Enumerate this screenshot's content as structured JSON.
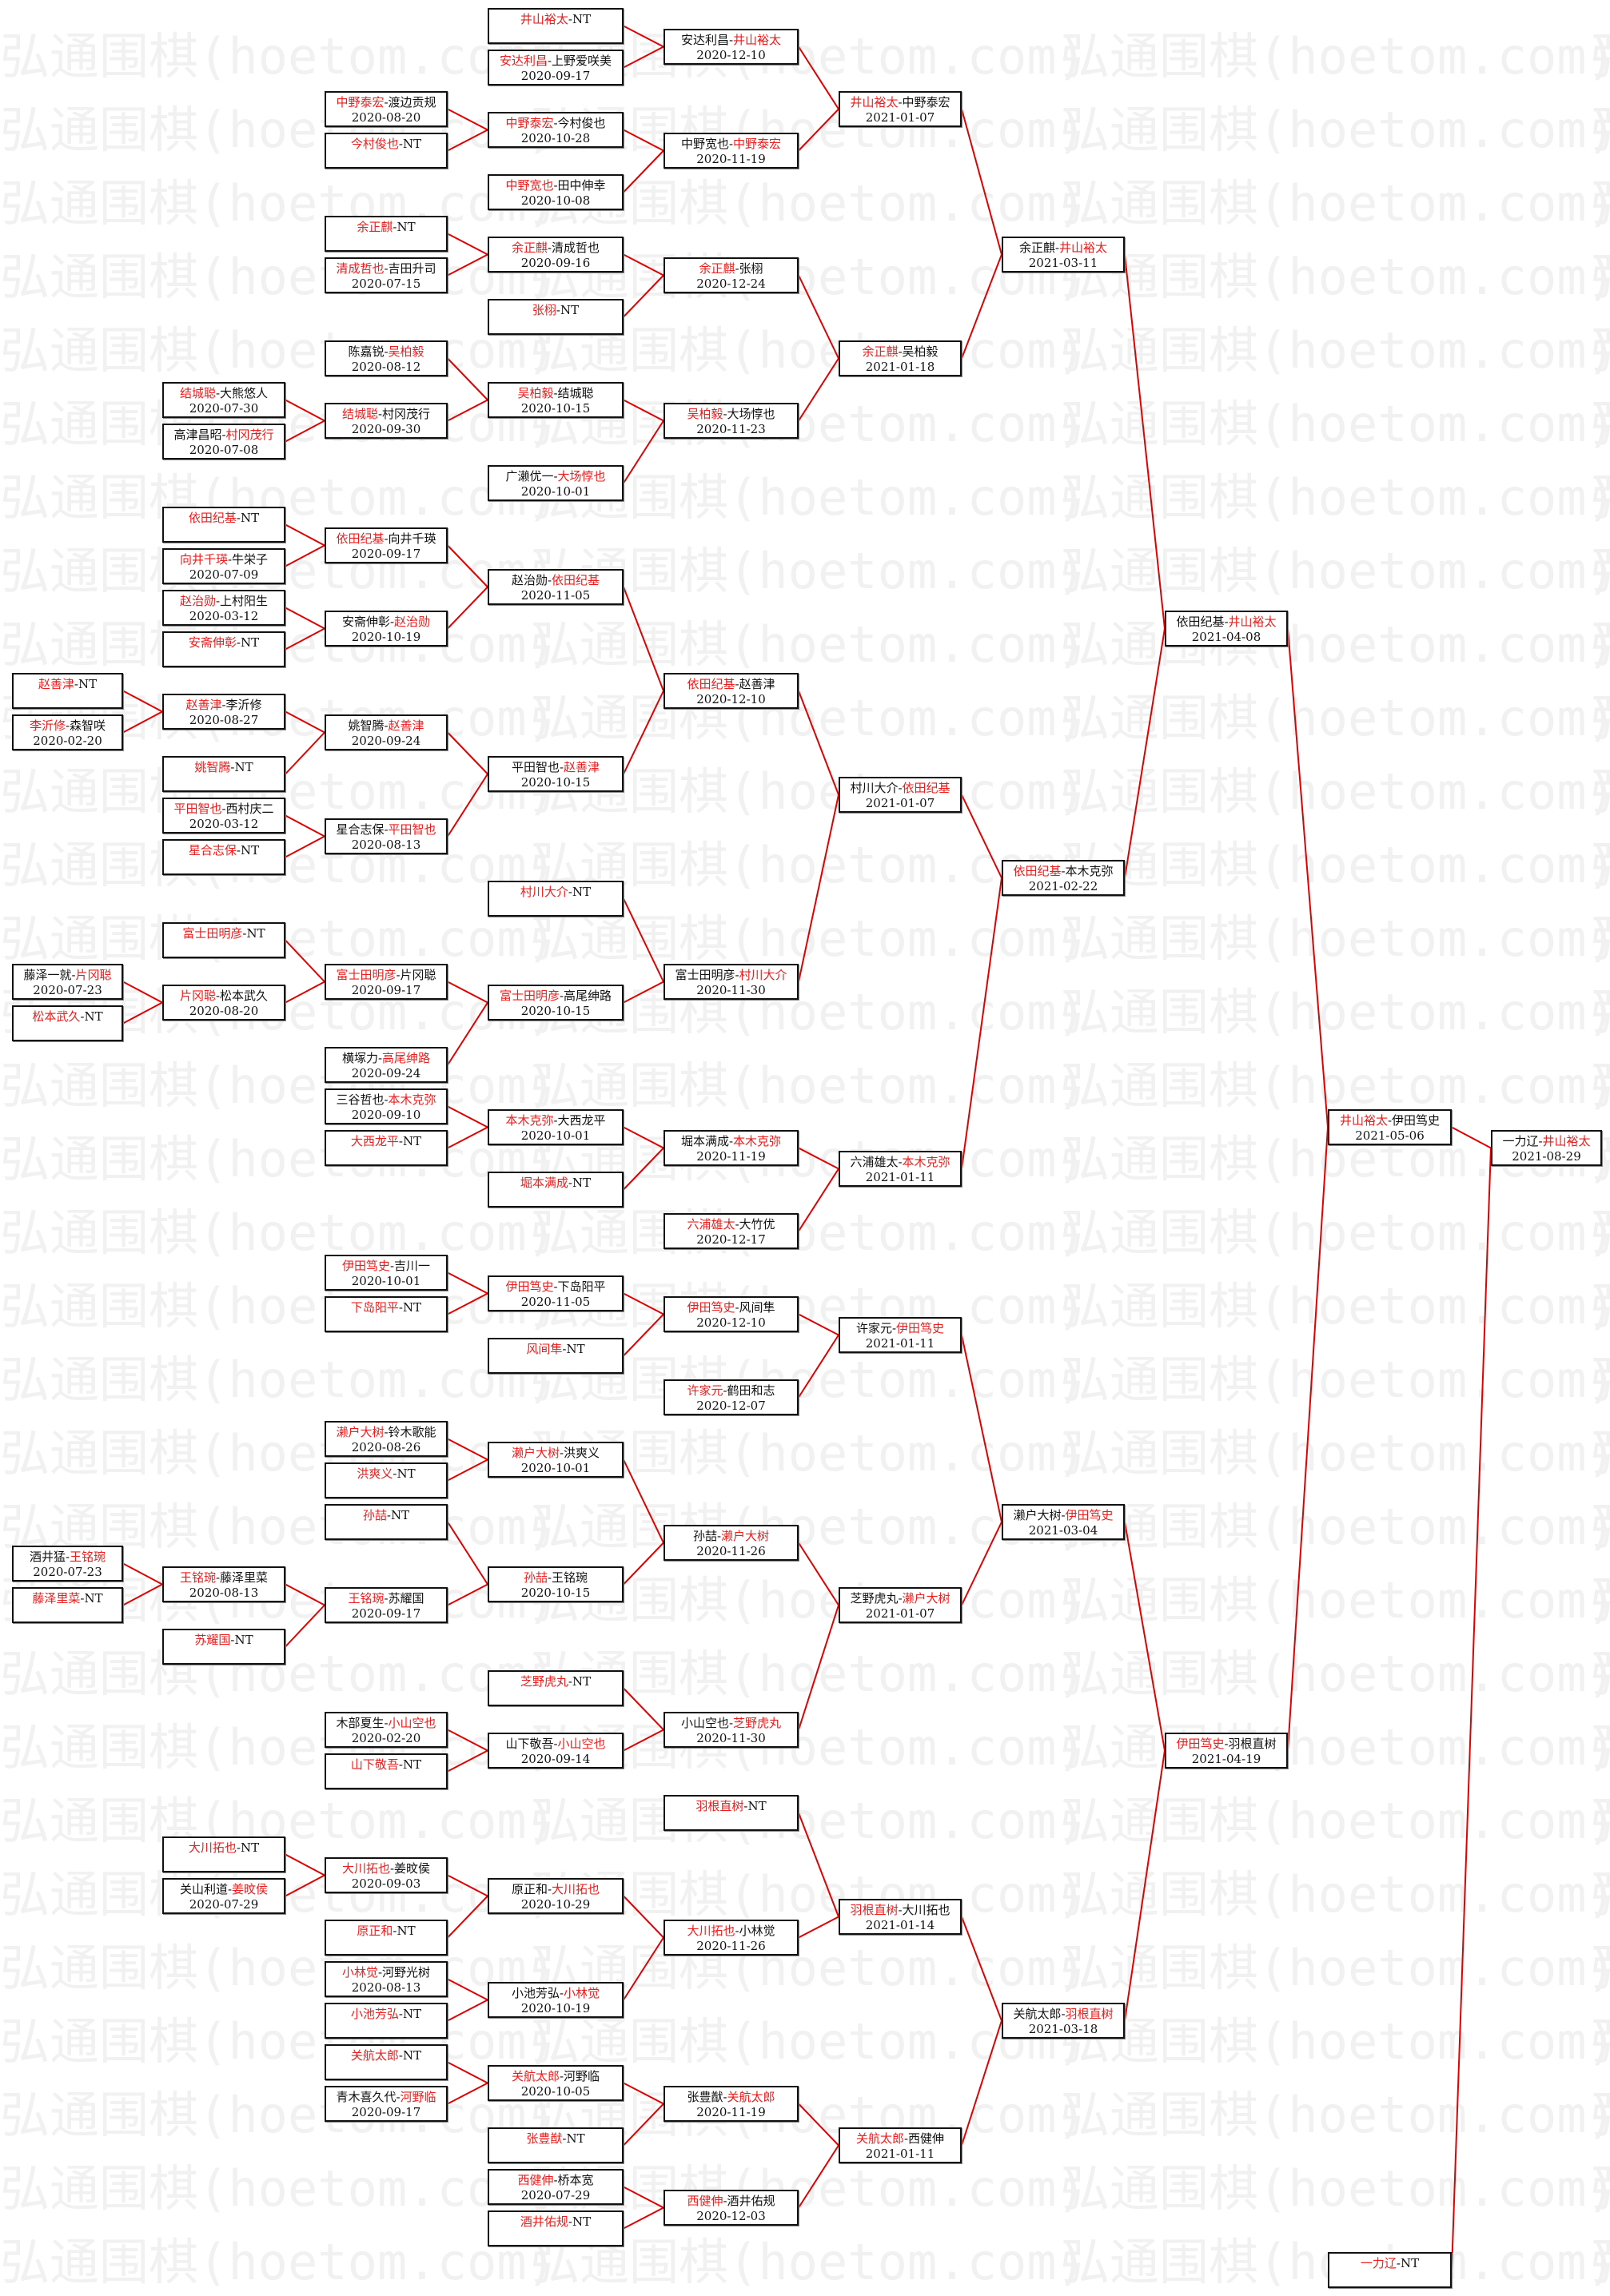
{
  "watermark": "弘通围棋(hoetom.com)",
  "colors": {
    "winner": "#ee1c1c",
    "connector": "#e00000",
    "border": "#111111"
  },
  "bracket": {
    "a0": {
      "p1": "赵善津",
      "p2": "NT",
      "w": 0,
      "date": ""
    },
    "a1": {
      "p1": "李沂修",
      "p2": "森智咲",
      "w": 0,
      "date": "2020-02-20"
    },
    "a2": {
      "p1": "藤泽一就",
      "p2": "片冈聪",
      "w": 1,
      "date": "2020-07-23"
    },
    "a3": {
      "p1": "松本武久",
      "p2": "NT",
      "w": 0,
      "date": ""
    },
    "a4": {
      "p1": "酒井猛",
      "p2": "王铭琬",
      "w": 1,
      "date": "2020-07-23"
    },
    "a5": {
      "p1": "藤泽里菜",
      "p2": "NT",
      "w": 0,
      "date": ""
    },
    "b0": {
      "p1": "结城聪",
      "p2": "大熊悠人",
      "w": 0,
      "date": "2020-07-30"
    },
    "b1": {
      "p1": "高津昌昭",
      "p2": "村冈茂行",
      "w": 1,
      "date": "2020-07-08"
    },
    "b2": {
      "p1": "依田纪基",
      "p2": "NT",
      "w": 0,
      "date": ""
    },
    "b3": {
      "p1": "向井千瑛",
      "p2": "牛栄子",
      "w": 0,
      "date": "2020-07-09"
    },
    "b4": {
      "p1": "赵治勋",
      "p2": "上村阳生",
      "w": 0,
      "date": "2020-03-12"
    },
    "b5": {
      "p1": "安斋伸彰",
      "p2": "NT",
      "w": 0,
      "date": ""
    },
    "b6": {
      "p1": "赵善津",
      "p2": "李沂修",
      "w": 0,
      "date": "2020-08-27"
    },
    "b7": {
      "p1": "姚智腾",
      "p2": "NT",
      "w": 0,
      "date": ""
    },
    "b8": {
      "p1": "平田智也",
      "p2": "西村庆二",
      "w": 0,
      "date": "2020-03-12"
    },
    "b9": {
      "p1": "星合志保",
      "p2": "NT",
      "w": 0,
      "date": ""
    },
    "b10": {
      "p1": "富士田明彦",
      "p2": "NT",
      "w": 0,
      "date": ""
    },
    "b11": {
      "p1": "片冈聪",
      "p2": "松本武久",
      "w": 0,
      "date": "2020-08-20"
    },
    "b12": {
      "p1": "王铭琬",
      "p2": "藤泽里菜",
      "w": 0,
      "date": "2020-08-13"
    },
    "b13": {
      "p1": "苏耀国",
      "p2": "NT",
      "w": 0,
      "date": ""
    },
    "b14": {
      "p1": "大川拓也",
      "p2": "NT",
      "w": 0,
      "date": ""
    },
    "b15": {
      "p1": "关山利道",
      "p2": "姜旼侯",
      "w": 1,
      "date": "2020-07-29"
    },
    "c0": {
      "p1": "中野泰宏",
      "p2": "渡边贡规",
      "w": 0,
      "date": "2020-08-20"
    },
    "c1": {
      "p1": "今村俊也",
      "p2": "NT",
      "w": 0,
      "date": ""
    },
    "c2": {
      "p1": "余正麒",
      "p2": "NT",
      "w": 0,
      "date": ""
    },
    "c3": {
      "p1": "清成哲也",
      "p2": "吉田升司",
      "w": 0,
      "date": "2020-07-15"
    },
    "c4": {
      "p1": "陈嘉锐",
      "p2": "吴柏毅",
      "w": 1,
      "date": "2020-08-12"
    },
    "c5": {
      "p1": "结城聪",
      "p2": "村冈茂行",
      "w": 0,
      "date": "2020-09-30"
    },
    "c6": {
      "p1": "依田纪基",
      "p2": "向井千瑛",
      "w": 0,
      "date": "2020-09-17"
    },
    "c7": {
      "p1": "安斋伸彰",
      "p2": "赵治勋",
      "w": 1,
      "date": "2020-10-19"
    },
    "c8": {
      "p1": "姚智腾",
      "p2": "赵善津",
      "w": 1,
      "date": "2020-09-24"
    },
    "c9": {
      "p1": "星合志保",
      "p2": "平田智也",
      "w": 1,
      "date": "2020-08-13"
    },
    "c10": {
      "p1": "富士田明彦",
      "p2": "片冈聪",
      "w": 0,
      "date": "2020-09-17"
    },
    "c11": {
      "p1": "横塚力",
      "p2": "高尾绅路",
      "w": 1,
      "date": "2020-09-24"
    },
    "c12": {
      "p1": "三谷哲也",
      "p2": "本木克弥",
      "w": 1,
      "date": "2020-09-10"
    },
    "c13": {
      "p1": "大西龙平",
      "p2": "NT",
      "w": 0,
      "date": ""
    },
    "c14": {
      "p1": "伊田笃史",
      "p2": "吉川一",
      "w": 0,
      "date": "2020-10-01"
    },
    "c15": {
      "p1": "下岛阳平",
      "p2": "NT",
      "w": 0,
      "date": ""
    },
    "c16": {
      "p1": "濑户大树",
      "p2": "铃木歌能",
      "w": 0,
      "date": "2020-08-26"
    },
    "c17": {
      "p1": "洪爽义",
      "p2": "NT",
      "w": 0,
      "date": ""
    },
    "c18": {
      "p1": "孙喆",
      "p2": "NT",
      "w": 0,
      "date": ""
    },
    "c19": {
      "p1": "王铭琬",
      "p2": "苏耀国",
      "w": 0,
      "date": "2020-09-17"
    },
    "c20": {
      "p1": "木部夏生",
      "p2": "小山空也",
      "w": 1,
      "date": "2020-02-20"
    },
    "c21": {
      "p1": "山下敬吾",
      "p2": "NT",
      "w": 0,
      "date": ""
    },
    "c22": {
      "p1": "大川拓也",
      "p2": "姜旼侯",
      "w": 0,
      "date": "2020-09-03"
    },
    "c23": {
      "p1": "原正和",
      "p2": "NT",
      "w": 0,
      "date": ""
    },
    "c24": {
      "p1": "小林觉",
      "p2": "河野光树",
      "w": 0,
      "date": "2020-08-13"
    },
    "c25": {
      "p1": "小池芳弘",
      "p2": "NT",
      "w": 0,
      "date": ""
    },
    "c26": {
      "p1": "关航太郎",
      "p2": "NT",
      "w": 0,
      "date": ""
    },
    "c27": {
      "p1": "青木喜久代",
      "p2": "河野临",
      "w": 1,
      "date": "2020-09-17"
    },
    "d0": {
      "p1": "井山裕太",
      "p2": "NT",
      "w": 0,
      "date": ""
    },
    "d1": {
      "p1": "安达利昌",
      "p2": "上野爱咲美",
      "w": 0,
      "date": "2020-09-17"
    },
    "d2": {
      "p1": "中野泰宏",
      "p2": "今村俊也",
      "w": 0,
      "date": "2020-10-28"
    },
    "d3": {
      "p1": "中野宽也",
      "p2": "田中伸幸",
      "w": 0,
      "date": "2020-10-08"
    },
    "d4": {
      "p1": "余正麒",
      "p2": "清成哲也",
      "w": 0,
      "date": "2020-09-16"
    },
    "d5": {
      "p1": "张栩",
      "p2": "NT",
      "w": 0,
      "date": ""
    },
    "d6": {
      "p1": "吴柏毅",
      "p2": "结城聪",
      "w": 0,
      "date": "2020-10-15"
    },
    "d7": {
      "p1": "广濑优一",
      "p2": "大场惇也",
      "w": 1,
      "date": "2020-10-01"
    },
    "d8": {
      "p1": "赵治勋",
      "p2": "依田纪基",
      "w": 1,
      "date": "2020-11-05"
    },
    "d9": {
      "p1": "平田智也",
      "p2": "赵善津",
      "w": 1,
      "date": "2020-10-15"
    },
    "d10": {
      "p1": "村川大介",
      "p2": "NT",
      "w": 0,
      "date": ""
    },
    "d11": {
      "p1": "富士田明彦",
      "p2": "高尾绅路",
      "w": 0,
      "date": "2020-10-15"
    },
    "d12": {
      "p1": "本木克弥",
      "p2": "大西龙平",
      "w": 0,
      "date": "2020-10-01"
    },
    "d13": {
      "p1": "堀本满成",
      "p2": "NT",
      "w": 0,
      "date": ""
    },
    "d14": {
      "p1": "伊田笃史",
      "p2": "下岛阳平",
      "w": 0,
      "date": "2020-11-05"
    },
    "d15": {
      "p1": "风间隼",
      "p2": "NT",
      "w": 0,
      "date": ""
    },
    "d16": {
      "p1": "濑户大树",
      "p2": "洪爽义",
      "w": 0,
      "date": "2020-10-01"
    },
    "d17": {
      "p1": "孙喆",
      "p2": "王铭琬",
      "w": 0,
      "date": "2020-10-15"
    },
    "d18": {
      "p1": "芝野虎丸",
      "p2": "NT",
      "w": 0,
      "date": ""
    },
    "d19": {
      "p1": "山下敬吾",
      "p2": "小山空也",
      "w": 1,
      "date": "2020-09-14"
    },
    "d20": {
      "p1": "原正和",
      "p2": "大川拓也",
      "w": 1,
      "date": "2020-10-29"
    },
    "d21": {
      "p1": "小池芳弘",
      "p2": "小林觉",
      "w": 1,
      "date": "2020-10-19"
    },
    "d22": {
      "p1": "关航太郎",
      "p2": "河野临",
      "w": 0,
      "date": "2020-10-05"
    },
    "d23": {
      "p1": "张豊猷",
      "p2": "NT",
      "w": 0,
      "date": ""
    },
    "d24": {
      "p1": "西健伸",
      "p2": "桥本宽",
      "w": 0,
      "date": "2020-07-29"
    },
    "d25": {
      "p1": "酒井佑规",
      "p2": "NT",
      "w": 0,
      "date": ""
    },
    "e0": {
      "p1": "安达利昌",
      "p2": "井山裕太",
      "w": 1,
      "date": "2020-12-10"
    },
    "e1": {
      "p1": "中野宽也",
      "p2": "中野泰宏",
      "w": 1,
      "date": "2020-11-19"
    },
    "e2": {
      "p1": "余正麒",
      "p2": "张栩",
      "w": 0,
      "date": "2020-12-24"
    },
    "e3": {
      "p1": "吴柏毅",
      "p2": "大场惇也",
      "w": 0,
      "date": "2020-11-23"
    },
    "e4": {
      "p1": "依田纪基",
      "p2": "赵善津",
      "w": 0,
      "date": "2020-12-10"
    },
    "e5": {
      "p1": "富士田明彦",
      "p2": "村川大介",
      "w": 1,
      "date": "2020-11-30"
    },
    "e6": {
      "p1": "堀本满成",
      "p2": "本木克弥",
      "w": 1,
      "date": "2020-11-19"
    },
    "e7": {
      "p1": "六浦雄太",
      "p2": "大竹优",
      "w": 0,
      "date": "2020-12-17"
    },
    "e8": {
      "p1": "伊田笃史",
      "p2": "风间隼",
      "w": 0,
      "date": "2020-12-10"
    },
    "e9": {
      "p1": "许家元",
      "p2": "鹤田和志",
      "w": 0,
      "date": "2020-12-07"
    },
    "e10": {
      "p1": "孙喆",
      "p2": "濑户大树",
      "w": 1,
      "date": "2020-11-26"
    },
    "e11": {
      "p1": "小山空也",
      "p2": "芝野虎丸",
      "w": 1,
      "date": "2020-11-30"
    },
    "e12": {
      "p1": "羽根直树",
      "p2": "NT",
      "w": 0,
      "date": ""
    },
    "e13": {
      "p1": "大川拓也",
      "p2": "小林觉",
      "w": 0,
      "date": "2020-11-26"
    },
    "e14": {
      "p1": "张豊猷",
      "p2": "关航太郎",
      "w": 1,
      "date": "2020-11-19"
    },
    "e15": {
      "p1": "西健伸",
      "p2": "酒井佑规",
      "w": 0,
      "date": "2020-12-03"
    },
    "f0": {
      "p1": "井山裕太",
      "p2": "中野泰宏",
      "w": 0,
      "date": "2021-01-07"
    },
    "f1": {
      "p1": "余正麒",
      "p2": "吴柏毅",
      "w": 0,
      "date": "2021-01-18"
    },
    "f2": {
      "p1": "村川大介",
      "p2": "依田纪基",
      "w": 1,
      "date": "2021-01-07"
    },
    "f3": {
      "p1": "六浦雄太",
      "p2": "本木克弥",
      "w": 1,
      "date": "2021-01-11"
    },
    "f4": {
      "p1": "许家元",
      "p2": "伊田笃史",
      "w": 1,
      "date": "2021-01-11"
    },
    "f5": {
      "p1": "芝野虎丸",
      "p2": "濑户大树",
      "w": 1,
      "date": "2021-01-07"
    },
    "f6": {
      "p1": "羽根直树",
      "p2": "大川拓也",
      "w": 0,
      "date": "2021-01-14"
    },
    "f7": {
      "p1": "关航太郎",
      "p2": "西健伸",
      "w": 0,
      "date": "2021-01-11"
    },
    "g0": {
      "p1": "余正麒",
      "p2": "井山裕太",
      "w": 1,
      "date": "2021-03-11"
    },
    "g1": {
      "p1": "依田纪基",
      "p2": "本木克弥",
      "w": 0,
      "date": "2021-02-22"
    },
    "g2": {
      "p1": "濑户大树",
      "p2": "伊田笃史",
      "w": 1,
      "date": "2021-03-04"
    },
    "g3": {
      "p1": "关航太郎",
      "p2": "羽根直树",
      "w": 1,
      "date": "2021-03-18"
    },
    "h0": {
      "p1": "依田纪基",
      "p2": "井山裕太",
      "w": 1,
      "date": "2021-04-08"
    },
    "h1": {
      "p1": "伊田笃史",
      "p2": "羽根直树",
      "w": 0,
      "date": "2021-04-19"
    },
    "i0": {
      "p1": "井山裕太",
      "p2": "伊田笃史",
      "w": 0,
      "date": "2021-05-06"
    },
    "i1": {
      "p1": "一力辽",
      "p2": "NT",
      "w": 0,
      "date": ""
    },
    "j0": {
      "p1": "一力辽",
      "p2": "井山裕太",
      "w": 1,
      "date": "2021-08-29"
    }
  }
}
